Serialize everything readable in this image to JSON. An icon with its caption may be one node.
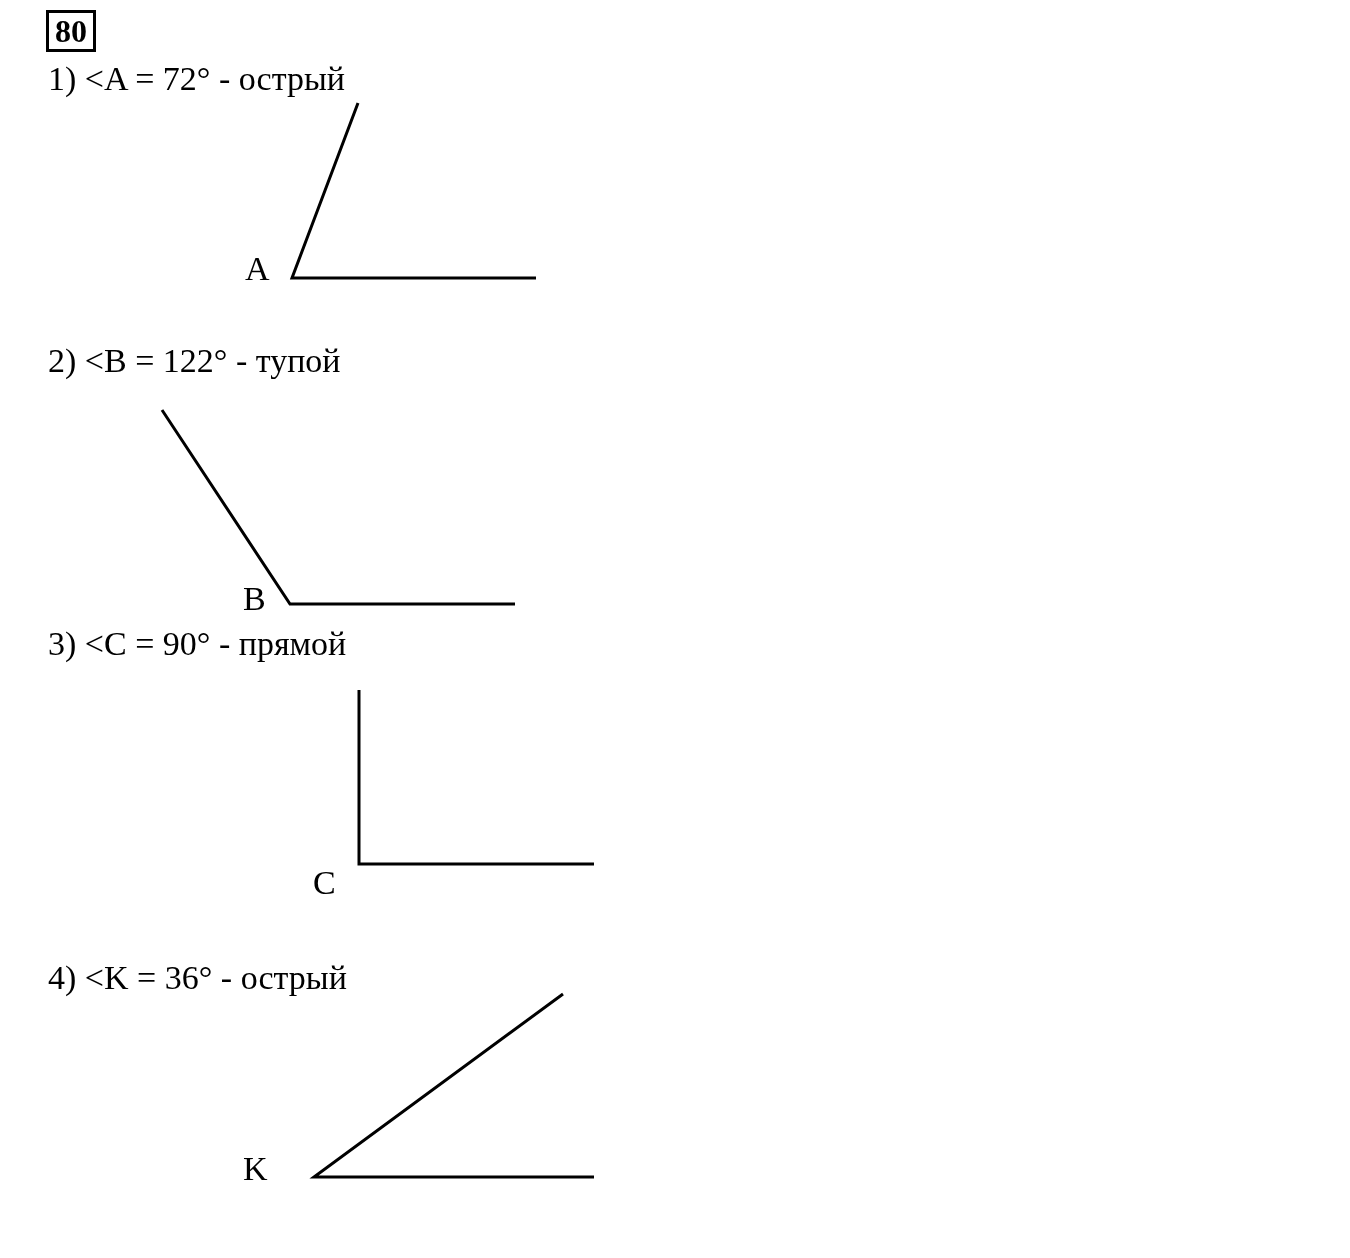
{
  "diagram": {
    "title": "80",
    "labels": [
      "1) <A = 72° - острый",
      "A",
      "2) <B = 122° - тупой",
      "B",
      "3) <C = 90° - прямой",
      "C",
      "4) <K = 36° - острый",
      "K"
    ]
  }
}
